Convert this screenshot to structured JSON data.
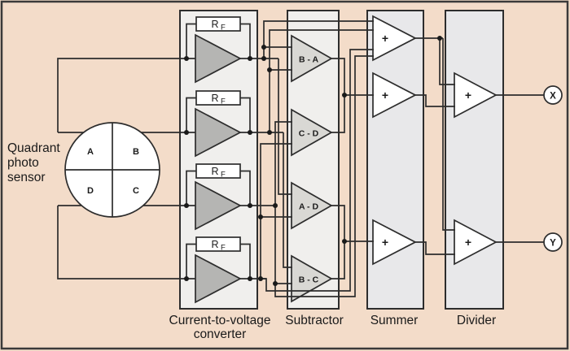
{
  "diagram": {
    "type": "block-schematic",
    "subject": "Quadrant photodetector position-sensing signal chain"
  },
  "sensor": {
    "label_lines": [
      "Quadrant",
      "photo",
      "sensor"
    ],
    "quadrants": {
      "top_left": "A",
      "top_right": "B",
      "bottom_left": "D",
      "bottom_right": "C"
    }
  },
  "converter": {
    "label_lines": [
      "Current-to-voltage",
      "converter"
    ],
    "feedback_resistor": {
      "base": "R",
      "sub": "F"
    },
    "opamp_count": 4
  },
  "subtractor": {
    "label": "Subtractor",
    "units": [
      "B - A",
      "C - D",
      "A - D",
      "B - C"
    ]
  },
  "summer": {
    "label": "Summer",
    "plus": "+",
    "opamp_count": 3
  },
  "divider": {
    "label": "Divider",
    "plus": "+",
    "opamp_count": 2
  },
  "outputs": {
    "x": "X",
    "y": "Y"
  },
  "colors": {
    "background": "#f3dcc9",
    "panel_light": "#f0efed",
    "panel_gray": "#e8e8ea",
    "opamp_dark_gray": "#b5b5b3",
    "opamp_light_gray": "#d9d8d4",
    "opamp_white": "#ffffff",
    "wire": "#2d2d2d",
    "text": "#1a1a1a"
  }
}
